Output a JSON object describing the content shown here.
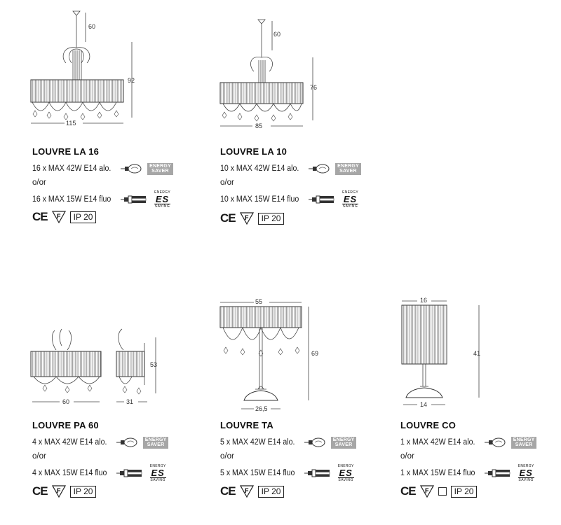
{
  "products": [
    {
      "name": "LOUVRE LA 16",
      "halogen": "16 x MAX 42W E14 alo.",
      "or": "o/or",
      "fluo": "16 x MAX 15W E14 fluo",
      "ip": "IP 20",
      "dims": {
        "width": "115",
        "height": "92",
        "drop": "60"
      }
    },
    {
      "name": "LOUVRE LA 10",
      "halogen": "10 x MAX 42W E14 alo.",
      "or": "o/or",
      "fluo": "10 x MAX 15W E14 fluo",
      "ip": "IP 20",
      "dims": {
        "width": "85",
        "height": "76",
        "drop": "60"
      }
    },
    {
      "name": "LOUVRE PA 60",
      "halogen": "4 x MAX 42W E14 alo.",
      "or": "o/or",
      "fluo": "4 x MAX 15W E14 fluo",
      "ip": "IP 20",
      "dims": {
        "width": "60",
        "depth": "31",
        "height": "53"
      }
    },
    {
      "name": "LOUVRE TA",
      "halogen": "5 x MAX 42W E14 alo.",
      "or": "o/or",
      "fluo": "5 x MAX 15W E14 fluo",
      "ip": "IP 20",
      "dims": {
        "width": "55",
        "height": "69",
        "base": "26,5"
      }
    },
    {
      "name": "LOUVRE CO",
      "halogen": "1 x MAX 42W E14 alo.",
      "or": "o/or",
      "fluo": "1 x MAX 15W E14 fluo",
      "ip": "IP 20",
      "dims": {
        "width": "16",
        "height": "41",
        "base": "14"
      }
    }
  ],
  "badges": {
    "saver_line1": "ENERGY",
    "saver_line2": "SAVER",
    "es_top": "ENERGY",
    "es_mid": "ES",
    "es_bot": "SAVING",
    "ce": "CE",
    "f_mark": "F"
  },
  "icons": [
    "halogen-bulb-icon",
    "fluorescent-bulb-icon",
    "ce-mark-icon",
    "f-triangle-icon",
    "class-ii-square-icon"
  ]
}
